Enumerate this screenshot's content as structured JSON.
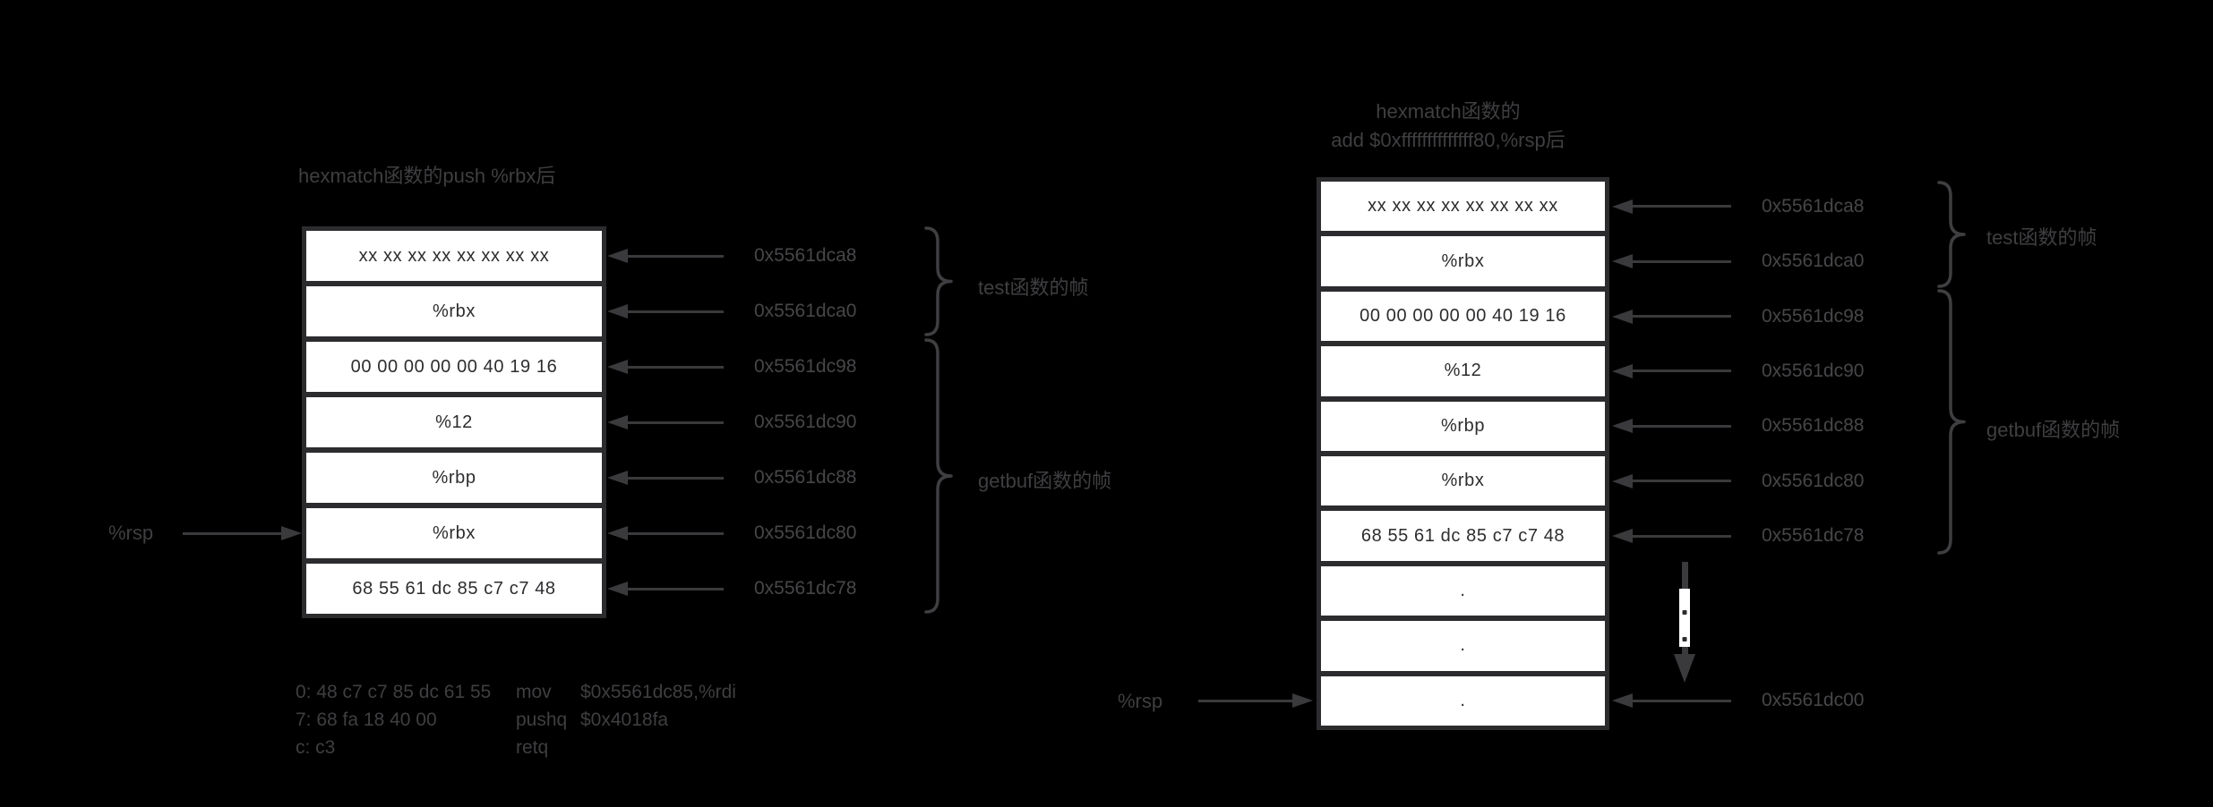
{
  "colors": {
    "background": "#000000",
    "text_gray": "#3f3f42",
    "address_gray": "#47474a",
    "line_gray": "#3a3a3d",
    "cell_background": "#ffffff",
    "cell_text": "#2d2d30",
    "box_frame": "#2c2c2f"
  },
  "left_diagram": {
    "title": "hexmatch函数的push %rbx后",
    "cells": [
      "xx xx xx xx xx xx xx xx",
      "%rbx",
      "00 00 00 00 00 40 19 16",
      "%12",
      "%rbp",
      "%rbx",
      "68 55 61 dc 85 c7 c7 48"
    ],
    "addresses": [
      "0x5561dca8",
      "0x5561dca0",
      "0x5561dc98",
      "0x5561dc90",
      "0x5561dc88",
      "0x5561dc80",
      "0x5561dc78"
    ],
    "rsp_label": "%rsp",
    "frames": [
      {
        "label": "test函数的帧"
      },
      {
        "label": "getbuf函数的帧"
      }
    ]
  },
  "assembly": {
    "lines": [
      {
        "bytes": "0: 48 c7 c7 85 dc 61 55",
        "mnemonic": "mov",
        "operands": "$0x5561dc85,%rdi"
      },
      {
        "bytes": "7: 68 fa 18 40 00",
        "mnemonic": "pushq",
        "operands": "$0x4018fa"
      },
      {
        "bytes": "c: c3",
        "mnemonic": "retq",
        "operands": ""
      }
    ]
  },
  "right_diagram": {
    "title_line1": "hexmatch函数的",
    "title_line2": "add $0xffffffffffffff80,%rsp后",
    "cells": [
      "xx xx xx xx xx xx xx xx",
      "%rbx",
      "00 00 00 00 00 40 19 16",
      "%12",
      "%rbp",
      "%rbx",
      "68 55 61 dc 85 c7 c7 48",
      ".",
      ".",
      "."
    ],
    "addresses": [
      "0x5561dca8",
      "0x5561dca0",
      "0x5561dc98",
      "0x5561dc90",
      "0x5561dc88",
      "0x5561dc80",
      "0x5561dc78",
      "0x5561dc00"
    ],
    "rsp_label": "%rsp",
    "frames": [
      {
        "label": "test函数的帧"
      },
      {
        "label": "getbuf函数的帧"
      }
    ]
  }
}
